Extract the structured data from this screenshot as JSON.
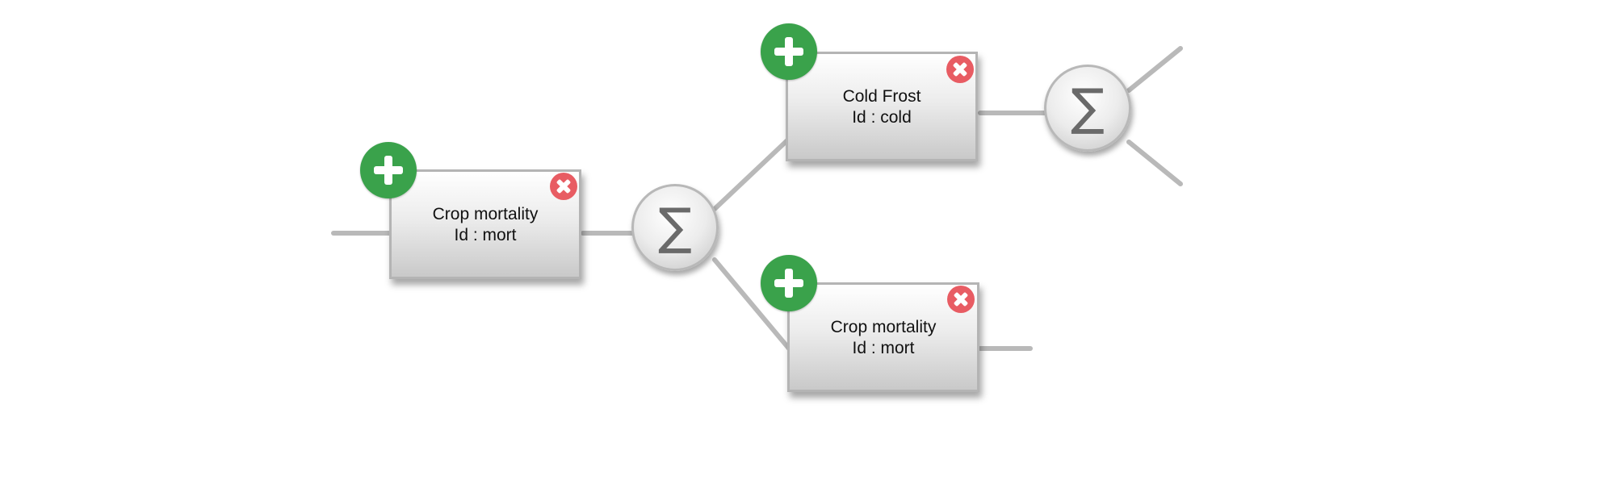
{
  "nodes": [
    {
      "name": "Crop mortality",
      "id_line": "Id : mort"
    },
    {
      "name": "Cold Frost",
      "id_line": "Id : cold"
    },
    {
      "name": "Crop mortality",
      "id_line": "Id : mort"
    }
  ],
  "operators": [
    {
      "symbol": "∑",
      "kind": "sum"
    },
    {
      "symbol": "∑",
      "kind": "sum"
    }
  ],
  "icons": {
    "add": "plus-icon",
    "remove": "close-icon"
  },
  "colors": {
    "add_button": "#3aa24b",
    "remove_button": "#e85c63",
    "connector": "#b9b9b9",
    "node_border": "#b4b4b4"
  }
}
